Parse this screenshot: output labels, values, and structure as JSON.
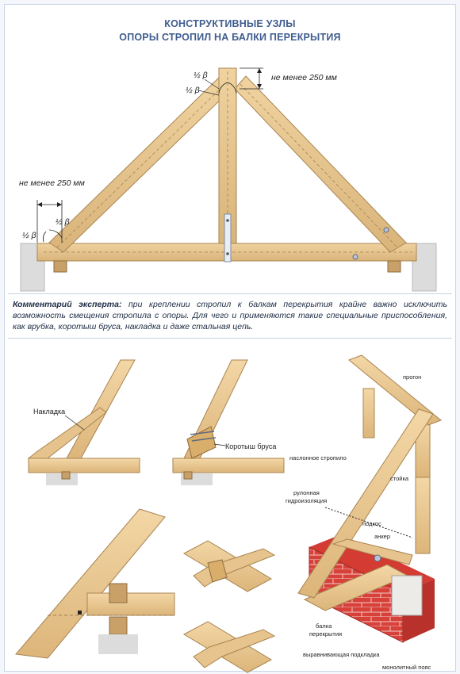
{
  "title": {
    "line1": "КОНСТРУКТИВНЫЕ УЗЛЫ",
    "line2": "ОПОРЫ СТРОПИЛ НА БАЛКИ ПЕРЕКРЫТИЯ"
  },
  "top_diagram": {
    "dim_top": "не менее 250 мм",
    "dim_left": "не менее 250 мм",
    "angle_half_beta": "½ β"
  },
  "comment": {
    "label": "Комментарий эксперта:",
    "text": "при креплении стропил к балкам перекрытия крайне важно исключить возможность смещения стропила с опоры. Для чего и применяются такие специальные приспособления, как врубка, коротыш бруса, накладка и даже стальная цепь."
  },
  "details": {
    "nakladka": "Накладка",
    "korotysh": "Коротыш бруса"
  },
  "iso_diagram": {
    "progon": "прогон",
    "naslonnoe": "наслонное стропило",
    "stoyka": "стойка",
    "rulonnaya1": "рулонная",
    "rulonnaya2": "гидроизоляция",
    "podkos": "подкос",
    "anker": "анкер",
    "balka1": "балка",
    "balka2": "перекрытия",
    "vyravn": "выравнивающая подкладка",
    "monolit": "монолитный пояс"
  },
  "colors": {
    "title": "#3f5d8f",
    "wood": "#e8c58d",
    "wood_dark": "#c9a067",
    "brick": "#d8413a",
    "support": "#dcdcdc"
  }
}
